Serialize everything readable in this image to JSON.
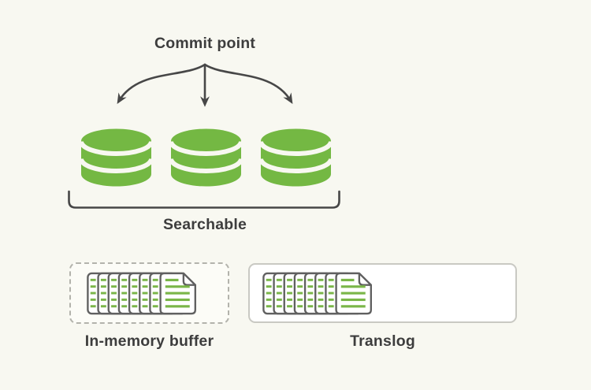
{
  "diagram": {
    "title": "Commit point",
    "segments": {
      "icon": "database-icon",
      "count": 3,
      "group_label": "Searchable"
    },
    "buffer_box": {
      "label": "In-memory buffer",
      "icon": "document-stack-icon",
      "border_style": "dashed",
      "document_pages": 8
    },
    "translog_box": {
      "label": "Translog",
      "icon": "document-stack-icon",
      "border_style": "solid",
      "document_pages": 8
    }
  },
  "colors": {
    "background": "#f8f8f1",
    "accent_green": "#74b843",
    "doc_line_green": "#7ab648",
    "doc_outline": "#606060",
    "connector_gray": "#474747",
    "text": "#3d3d3d",
    "translog_border": "#c9c9c3",
    "buffer_border": "#b3b3ac",
    "box_fill": "#ffffff"
  }
}
